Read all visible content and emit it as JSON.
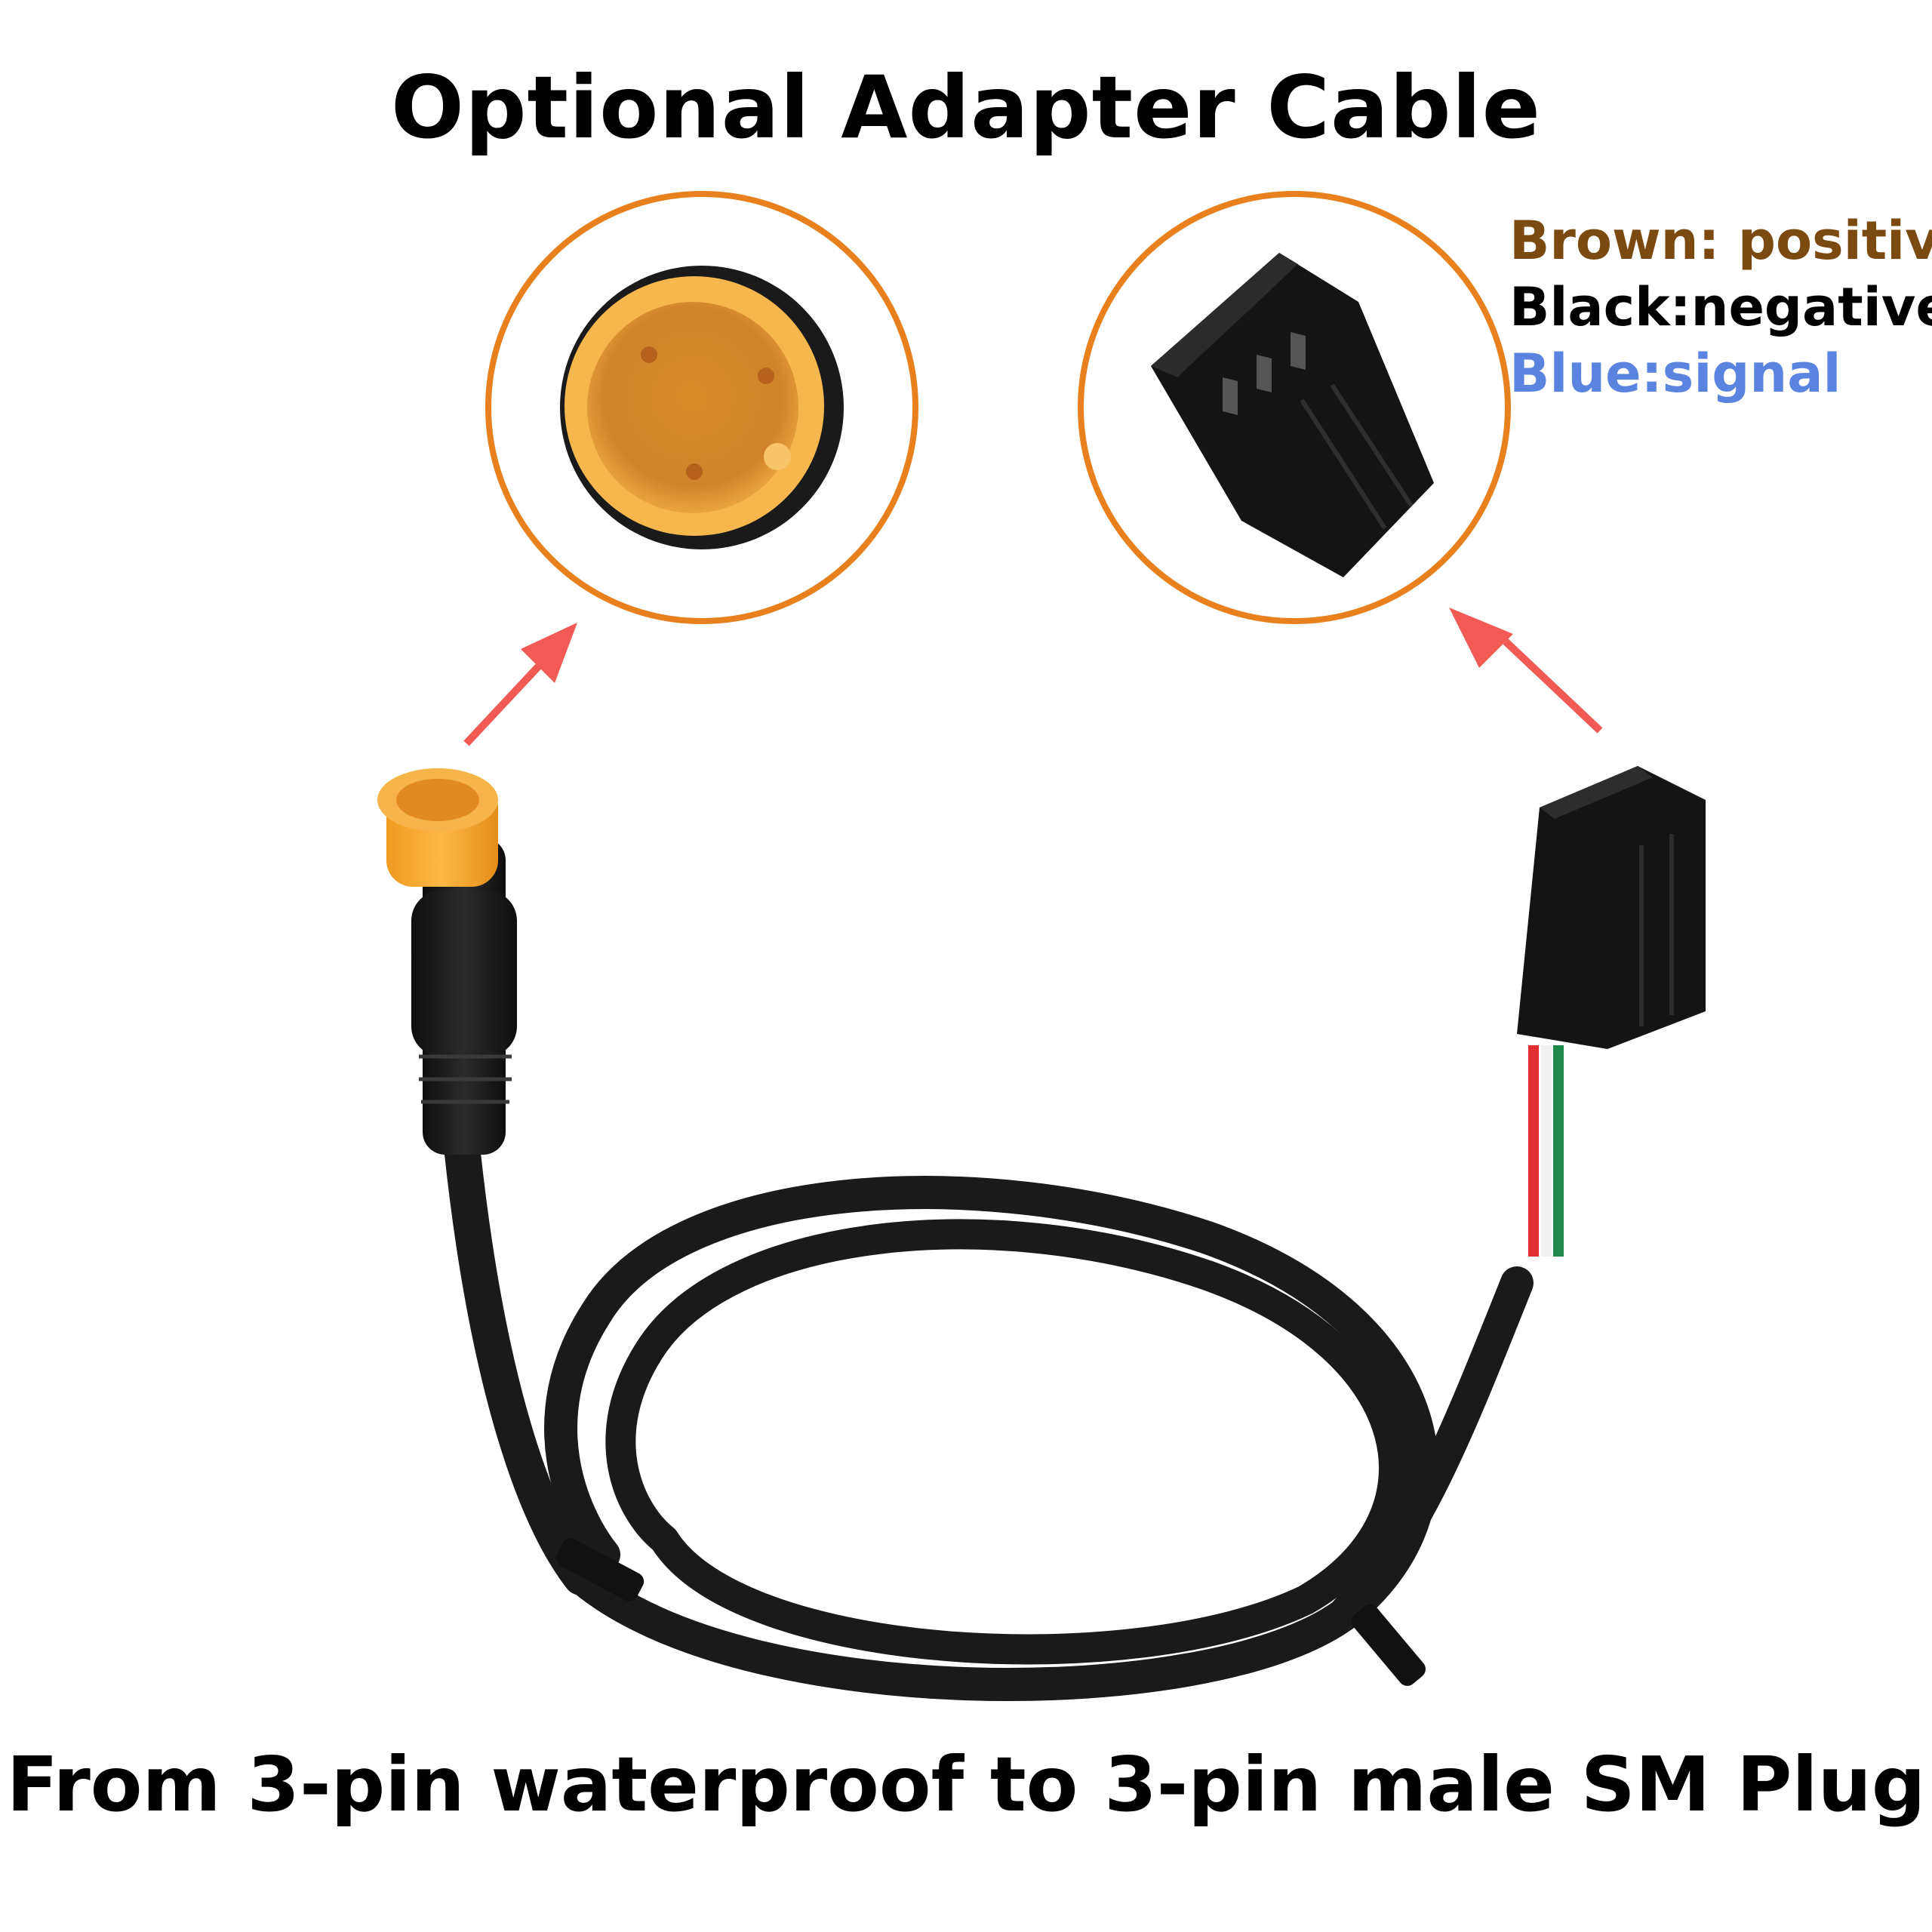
{
  "title": "Optional Adapter Cable",
  "legend": {
    "positive": {
      "text": "Brown: positive",
      "color": "#7a4a10"
    },
    "negative": {
      "text": "Black:negative",
      "color": "#000000"
    },
    "signal": {
      "text": "Blue:signal",
      "color": "#5b83e0"
    }
  },
  "caption": "From 3-pin waterproof to 3-pin male SM Plug",
  "colors": {
    "circle_border": "#e8801e",
    "arrow": "#f25a55",
    "cable": "#1a1a1a",
    "connector_yellow": "#f3a733"
  }
}
